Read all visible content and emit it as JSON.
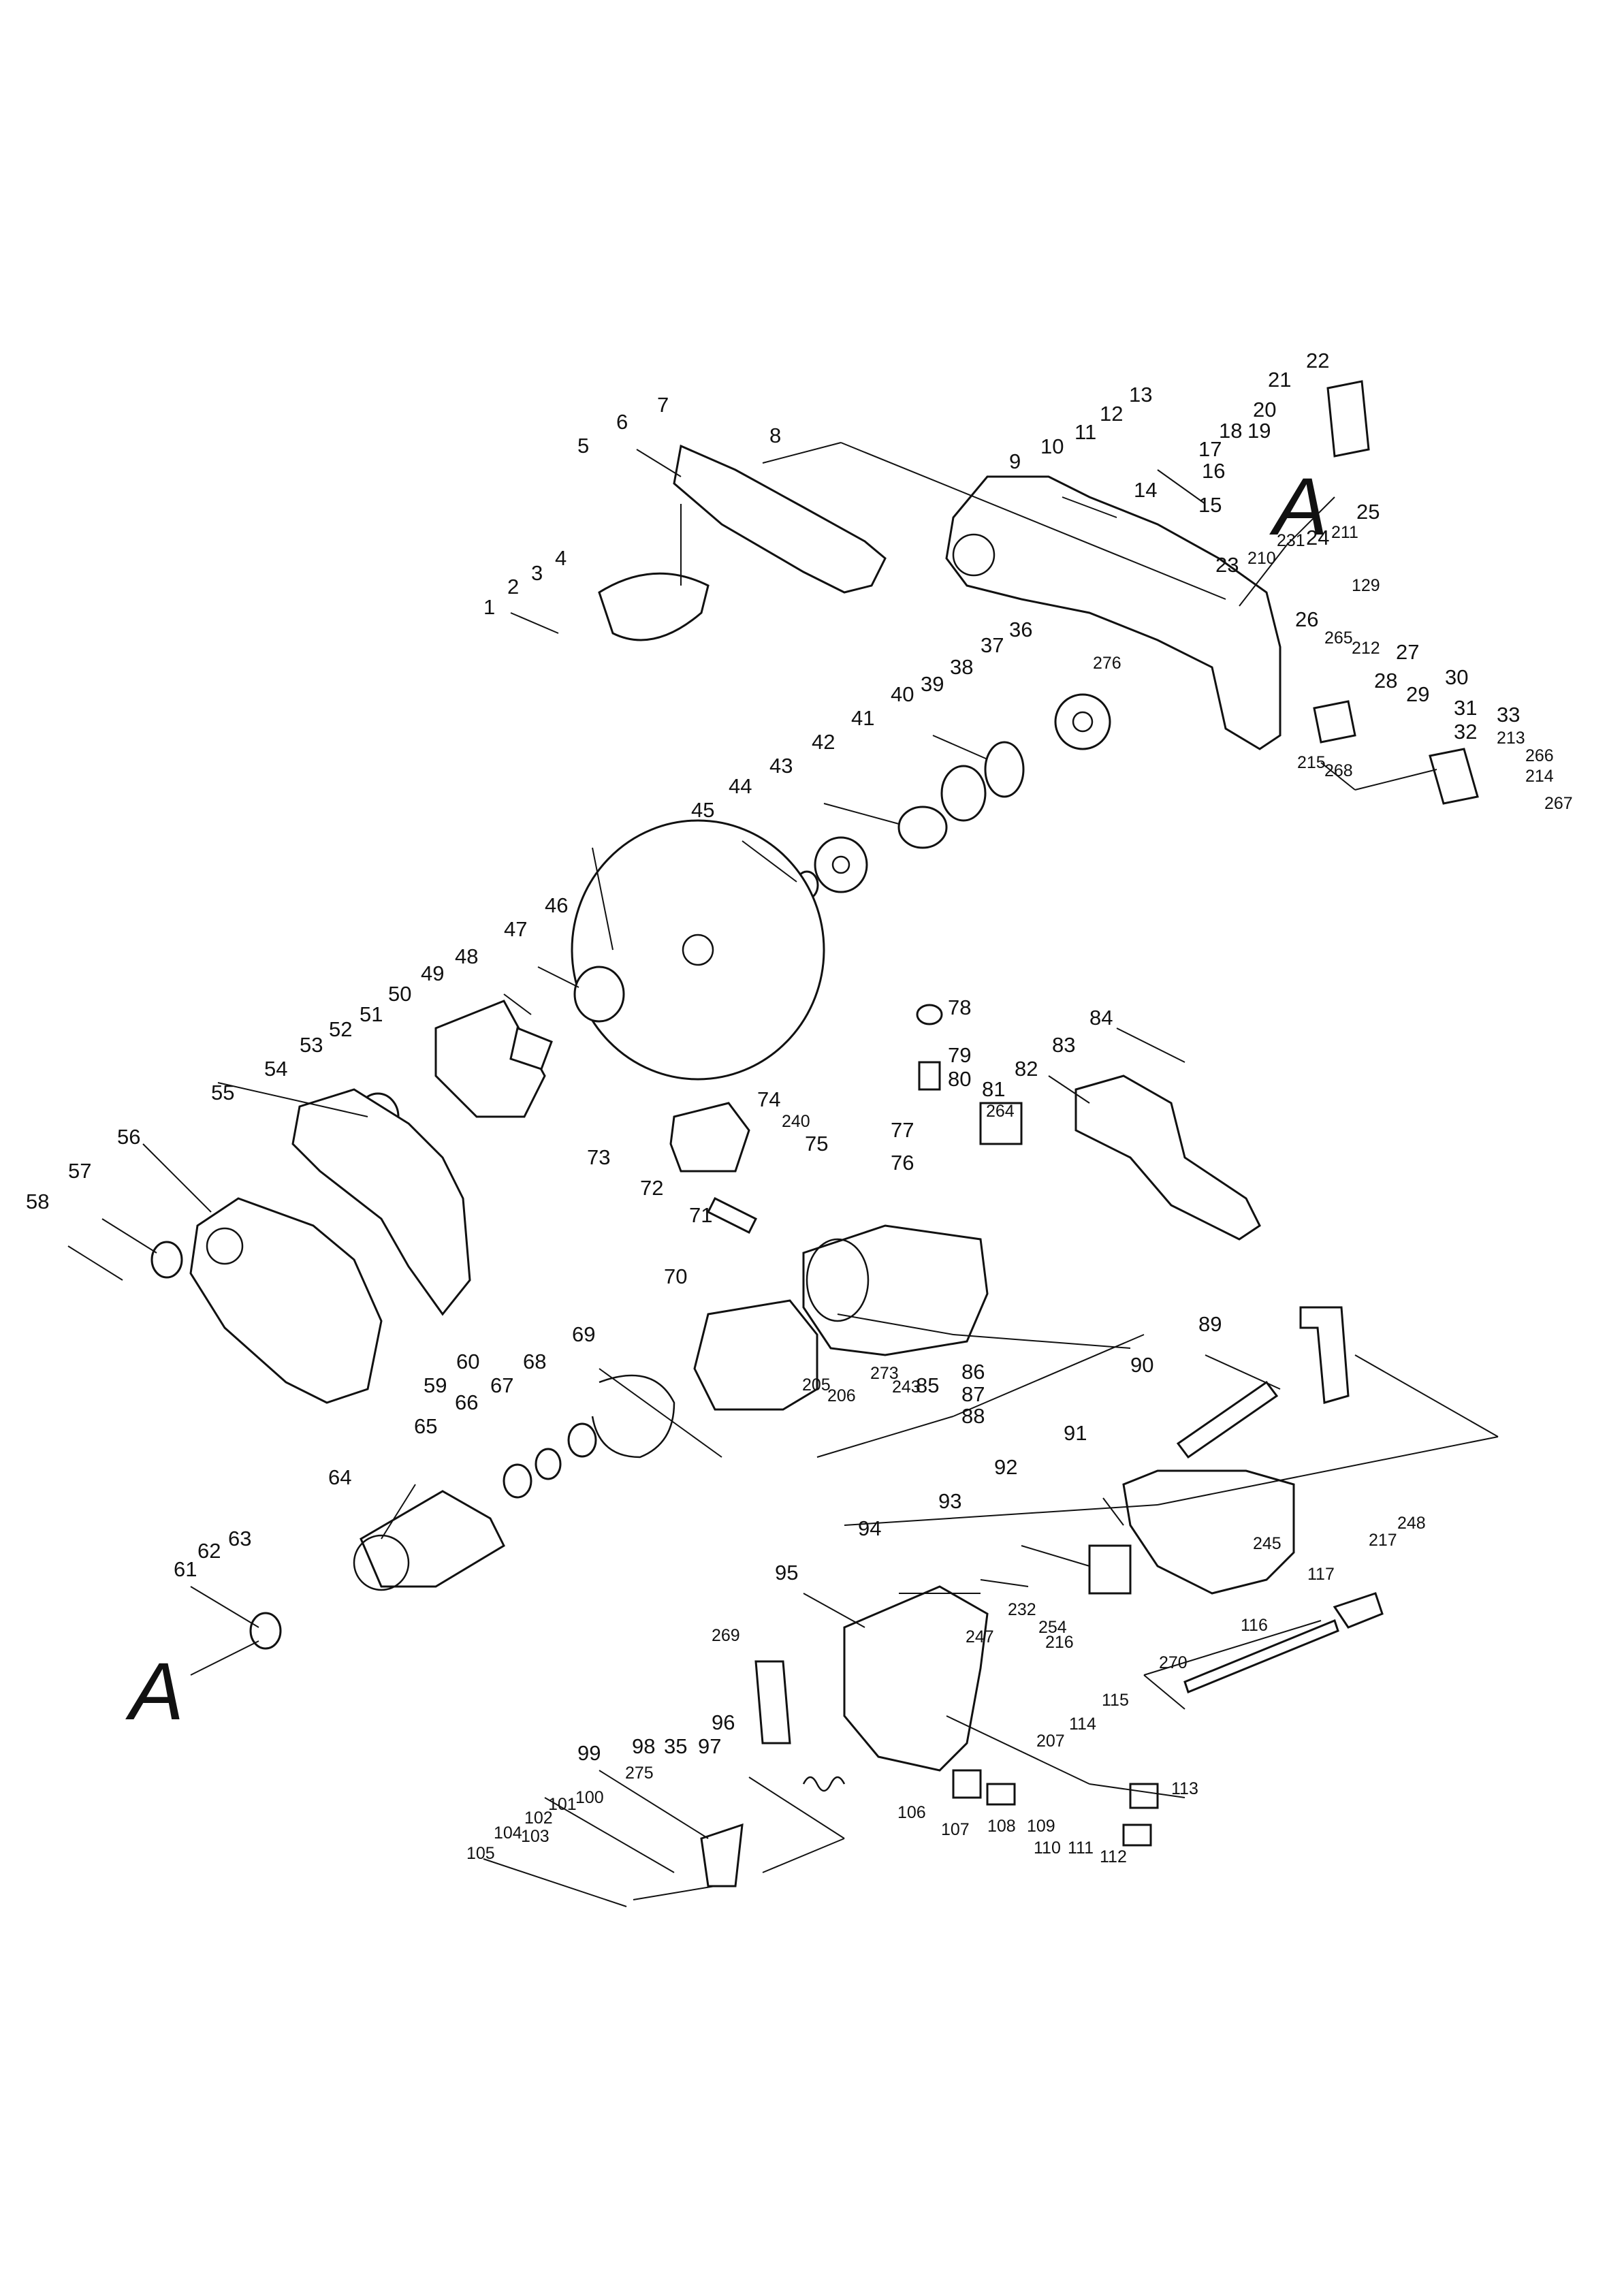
{
  "section_markers": [
    "A",
    "A"
  ],
  "labels": {
    "p1": "1",
    "p2": "2",
    "p3": "3",
    "p4": "4",
    "p5": "5",
    "p6": "6",
    "p7": "7",
    "p8": "8",
    "p9": "9",
    "p10": "10",
    "p11": "11",
    "p12": "12",
    "p13": "13",
    "p14": "14",
    "p15": "15",
    "p16": "16",
    "p17": "17",
    "p18": "18",
    "p19": "19",
    "p20": "20",
    "p21": "21",
    "p22": "22",
    "p23": "23",
    "p24": "24",
    "p25": "25",
    "p26": "26",
    "p27": "27",
    "p28": "28",
    "p29": "29",
    "p30": "30",
    "p31": "31",
    "p32": "32",
    "p33": "33",
    "p35": "35",
    "p36": "36",
    "p37": "37",
    "p38": "38",
    "p39": "39",
    "p40": "40",
    "p41": "41",
    "p42": "42",
    "p43": "43",
    "p44": "44",
    "p45": "45",
    "p46": "46",
    "p47": "47",
    "p48": "48",
    "p49": "49",
    "p50": "50",
    "p51": "51",
    "p52": "52",
    "p53": "53",
    "p54": "54",
    "p55": "55",
    "p56": "56",
    "p57": "57",
    "p58": "58",
    "p59": "59",
    "p60": "60",
    "p61": "61",
    "p62": "62",
    "p63": "63",
    "p64": "64",
    "p65": "65",
    "p66": "66",
    "p67": "67",
    "p68": "68",
    "p69": "69",
    "p70": "70",
    "p71": "71",
    "p72": "72",
    "p73": "73",
    "p74": "74",
    "p75": "75",
    "p76": "76",
    "p77": "77",
    "p78": "78",
    "p79": "79",
    "p80": "80",
    "p81": "81",
    "p82": "82",
    "p83": "83",
    "p84": "84",
    "p85": "85",
    "p86": "86",
    "p87": "87",
    "p88": "88",
    "p89": "89",
    "p90": "90",
    "p91": "91",
    "p92": "92",
    "p93": "93",
    "p94": "94",
    "p95": "95",
    "p96": "96",
    "p97": "97",
    "p98": "98",
    "p99": "99",
    "p100": "100",
    "p101": "101",
    "p102": "102",
    "p103": "103",
    "p104": "104",
    "p105": "105",
    "p106": "106",
    "p107": "107",
    "p108": "108",
    "p109": "109",
    "p110": "110",
    "p111": "111",
    "p112": "112",
    "p113": "113",
    "p114": "114",
    "p115": "115",
    "p116": "116",
    "p117": "117",
    "p129": "129",
    "p205": "205",
    "p206": "206",
    "p207": "207",
    "p210": "210",
    "p211": "211",
    "p212": "212",
    "p213": "213",
    "p214": "214",
    "p215": "215",
    "p216": "216",
    "p217": "217",
    "p231": "231",
    "p232": "232",
    "p240": "240",
    "p243": "243",
    "p245": "245",
    "p247": "247",
    "p248": "248",
    "p254": "254",
    "p264": "264",
    "p265": "265",
    "p266": "266",
    "p267": "267",
    "p268": "268",
    "p269": "269",
    "p270": "270",
    "p273": "273",
    "p275": "275",
    "p276": "276"
  }
}
